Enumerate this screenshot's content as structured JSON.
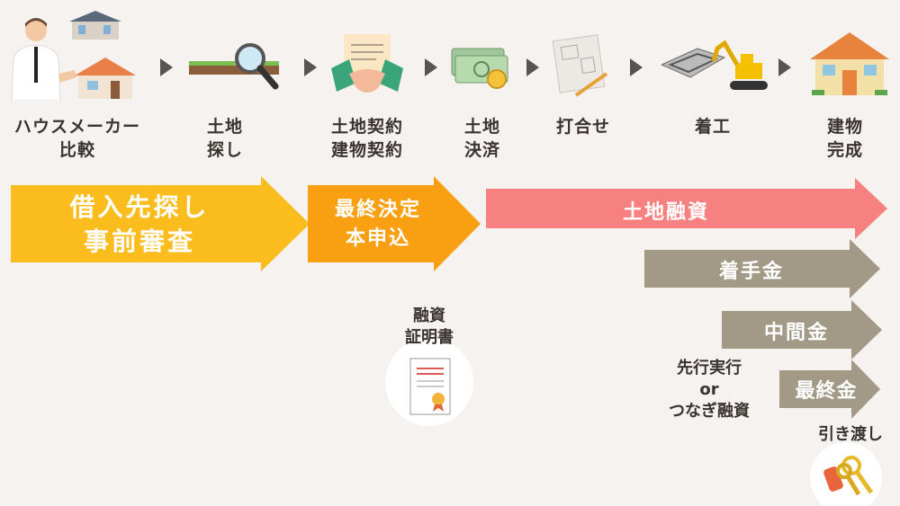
{
  "steps": [
    {
      "label": "ハウスメーカー\n比較",
      "icon": "businessman-house-icon"
    },
    {
      "label": "土地\n探し",
      "icon": "magnifier-land-icon"
    },
    {
      "label": "土地契約\n建物契約",
      "icon": "handshake-contract-icon"
    },
    {
      "label": "土地\n決済",
      "icon": "money-icon"
    },
    {
      "label": "打合せ",
      "icon": "blueprint-icon"
    },
    {
      "label": "着工",
      "icon": "excavator-icon"
    },
    {
      "label": "建物\n完成",
      "icon": "house-icon"
    }
  ],
  "phases": {
    "prescreen": "借入先探し\n事前審査",
    "final": "最終決定\n本申込",
    "land_loan": "土地融資",
    "down_payment": "着手金",
    "interim": "中間金",
    "final_payment": "最終金"
  },
  "certificate_label": "融資\n証明書",
  "bridge_note": "先行実行\nor\nつなぎ融資",
  "handover_label": "引き渡し",
  "colors": {
    "background": "#f5f2ef",
    "yellow": "#fbbd1e",
    "orange": "#f8a012",
    "pink": "#f78080",
    "gray": "#a29a86",
    "text": "#3a3330"
  }
}
